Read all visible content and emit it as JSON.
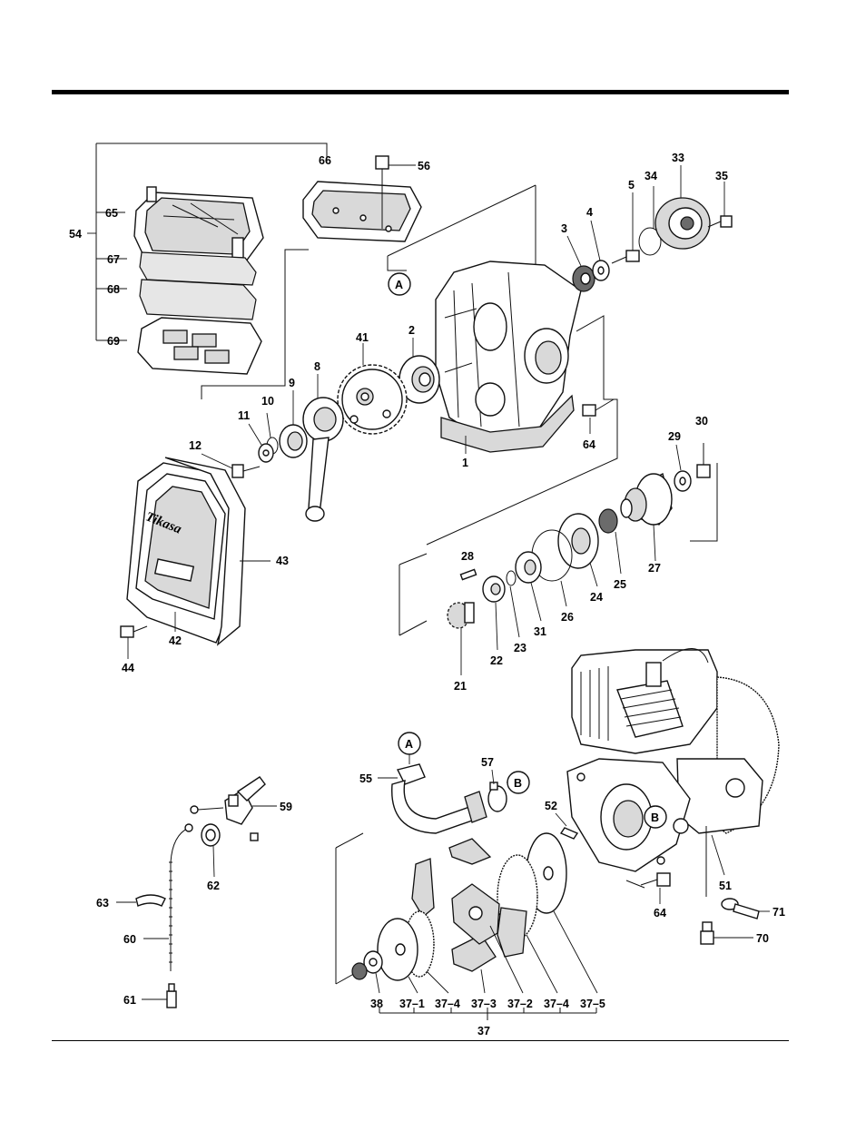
{
  "callouts": {
    "c1": "1",
    "c2": "2",
    "c3": "3",
    "c4": "4",
    "c5": "5",
    "c8": "8",
    "c9": "9",
    "c10": "10",
    "c11": "11",
    "c12": "12",
    "c21": "21",
    "c22": "22",
    "c23": "23",
    "c24": "24",
    "c25": "25",
    "c26": "26",
    "c27": "27",
    "c28": "28",
    "c29": "29",
    "c30": "30",
    "c31": "31",
    "c33": "33",
    "c34": "34",
    "c35": "35",
    "c37": "37",
    "c37_1": "37–1",
    "c37_2": "37–2",
    "c37_3": "37–3",
    "c37_4a": "37–4",
    "c37_4b": "37–4",
    "c37_5": "37–5",
    "c38": "38",
    "c41": "41",
    "c42": "42",
    "c43": "43",
    "c44": "44",
    "c51": "51",
    "c52": "52",
    "c54": "54",
    "c55": "55",
    "c56": "56",
    "c57": "57",
    "c59": "59",
    "c60": "60",
    "c61": "61",
    "c62": "62",
    "c63": "63",
    "c64a": "64",
    "c64b": "64",
    "c65": "65",
    "c66": "66",
    "c67": "67",
    "c68": "68",
    "c69": "69",
    "c70": "70",
    "c71": "71"
  },
  "refs": {
    "a1": "A",
    "a2": "A",
    "b1": "B",
    "b2": "B"
  },
  "cover_logo_text": "Tikasa"
}
